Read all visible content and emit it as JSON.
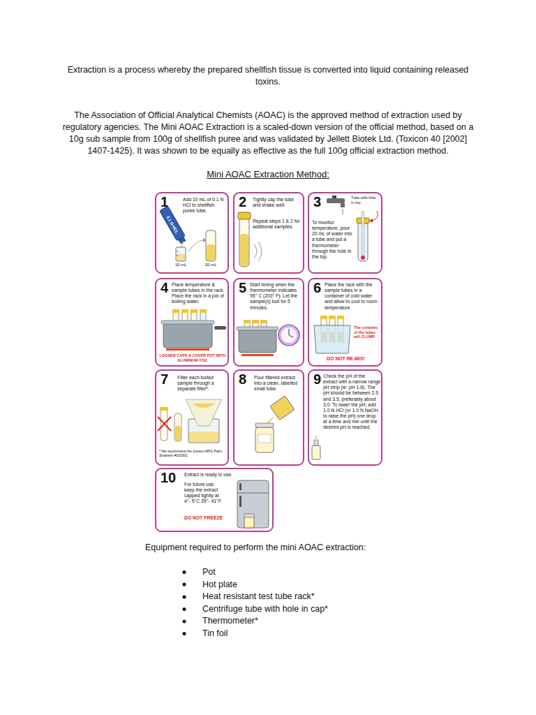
{
  "diagram": {
    "title": "Mini AOAC Extraction Method:",
    "nodes": [
      {
        "text": [
          "1",
          "Add 10 mL of 0.1 N HCl to shellfish puree tube.",
          "0.1 N HCL",
          "10 mL",
          "20 mL"
        ]
      },
      {
        "text": [
          "2",
          "Tightly cap the tube and shake well.",
          "Repeat steps 1 & 2 for additional samples."
        ]
      },
      {
        "text": [
          "3",
          "Tube with hole in top",
          "To monitor temperature, pour 20 mL of water into a tube and put a thermometer through the hole in the top."
        ]
      },
      {
        "text": [
          "4",
          "Place temperature & sample tubes in the rack. Place the rack in a pot of boiling water.",
          "LOOSEN CAPS & COVER POT WITH ALUMINUM FOIL"
        ]
      },
      {
        "text": [
          "5",
          "Start timing when the thermometer indicates 95° C (203° F). Let the sample(s) boil for 5 minutes."
        ]
      },
      {
        "text": [
          "6",
          "Place the rack with the sample tubes in a container of cold water and allow to cool to room temperature.",
          "The contents of the tubes will CLUMP.",
          "DO NOT RE-MIX!"
        ]
      },
      {
        "text": [
          "7",
          "Filter each boiled sample through a separate filter*.",
          "* We recommend the Gerson MFG Paint Strainers #010301"
        ]
      },
      {
        "text": [
          "8",
          "Pour filtered extract into a clean, labelled small tube."
        ]
      },
      {
        "text": [
          "9",
          "Check the pH of the extract with a narrow range pH strip (ie: pH 1-6). The pH should be between 2.5 and 3.5, preferably about 3.0. To lower the pH, add 1.0 N HCl (or 1.0 N NaOH to raise the pH) one drop at a time and mix until the desired pH is reached."
        ]
      },
      {
        "text": [
          "10",
          "Extract is ready to use.",
          "For future use keep the extract capped tightly at 4°- 5°C 39°- 41°F.",
          "DO NOT FREEZE"
        ]
      }
    ],
    "labels": [
      "Extraction is a process whereby the prepared shellfish tissue is converted into liquid containing released toxins.",
      "The Association of Official Analytical Chemists (AOAC) is the approved method of extraction used by regulatory agencies. The Mini AOAC Extraction is a scaled-down version of the official method, based on a 10g sub sample from 100g of shellfish puree and was validated by Jellett Biotek Ltd. (Toxicon 40 [2002] 1407-1425). It was shown to be equally as effective as the full 100g official extraction method.",
      "Equipment required to perform the mini AOAC extraction:",
      "Pot",
      "Hot plate",
      "Heat resistant test tube rack*",
      "Centrifuge tube with hole in cap*",
      "Thermometer*",
      "Tin foil"
    ]
  }
}
